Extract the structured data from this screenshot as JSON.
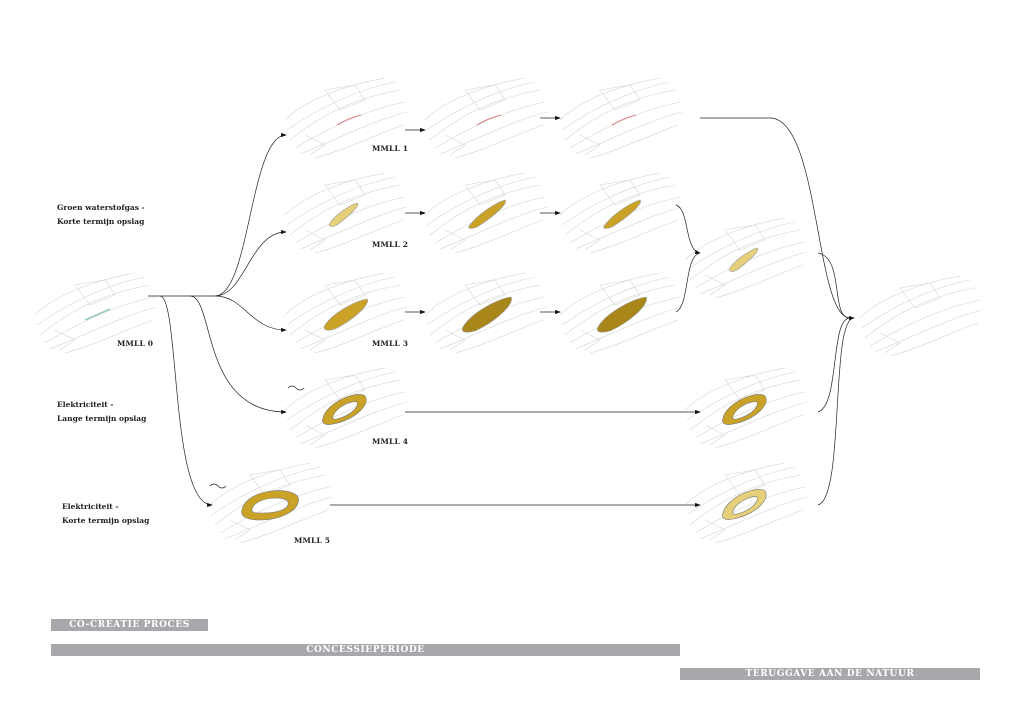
{
  "side_labels": [
    {
      "line1": "Groen waterstofgas -",
      "line2": "Korte termijn opslag"
    },
    {
      "line1": "Elektriciteit -",
      "line2": "Lange termijn opslag"
    },
    {
      "line1": "Elektriciteit -",
      "line2": "Korte termijn opslag"
    }
  ],
  "stage_labels": {
    "m0": "MMLL 0",
    "m1": "MMLL 1",
    "m2": "MMLL 2",
    "m3": "MMLL 3",
    "m4": "MMLL 4",
    "m5": "MMLL 5"
  },
  "phases": {
    "cocreatie": "CO-CREATIE PROCES",
    "concessie": "CONCESSIEPERIODE",
    "teruggave": "TERUGGAVE AAN DE NATUUR"
  },
  "colors": {
    "phase_bar": "#a7a8ab",
    "gold": "#c9a227",
    "gold_light": "#e6cf79",
    "red_line": "#d66",
    "green_line": "#8cc9b0"
  }
}
